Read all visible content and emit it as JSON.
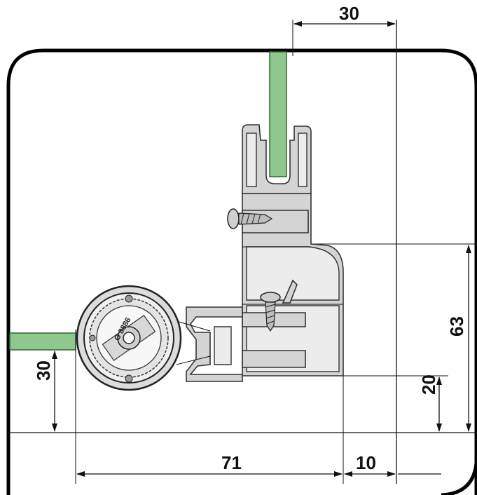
{
  "dimensions": {
    "top_width": "30",
    "right_height": "63",
    "right_lower": "20",
    "left_height": "30",
    "bottom_span": "71",
    "bottom_offset": "10"
  },
  "hub_marking": "G 8886",
  "colors": {
    "glass": "#8fc88f",
    "profile": "#d4d4d4",
    "line": "#111111"
  }
}
